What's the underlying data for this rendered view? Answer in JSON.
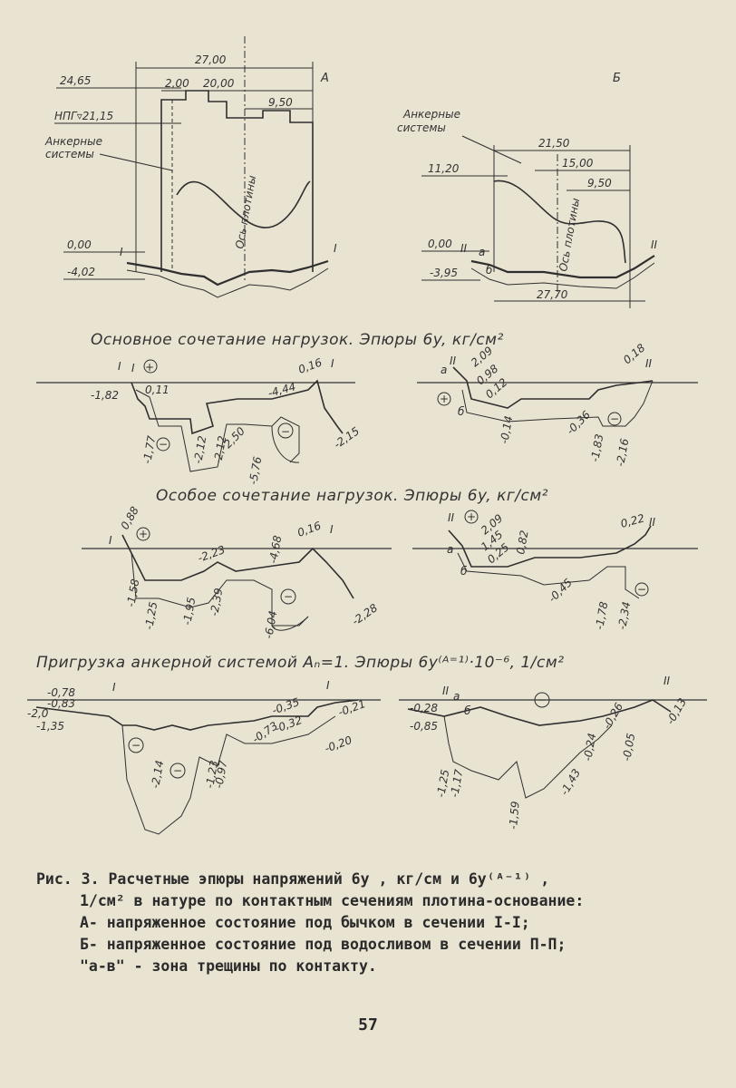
{
  "figure": {
    "top_left": {
      "dims": [
        "27,00",
        "2,00",
        "20,00",
        "9,50"
      ],
      "levels": [
        "24,65",
        "НПГ▿21,15",
        "0,00",
        "-4,02"
      ],
      "anchor_label_1": "Анкерные",
      "anchor_label_2": "системы",
      "axis_label": "Ось плотины",
      "section_marks": [
        "I",
        "I"
      ],
      "letter": "А"
    },
    "top_right": {
      "anchor_label_1": "Анкерные",
      "anchor_label_2": "системы",
      "dims": [
        "21,50",
        "15,00",
        "9,50",
        "27,70"
      ],
      "levels": [
        "11,20",
        "0,00",
        "-3,95"
      ],
      "axis_label": "Ось плотины",
      "section_marks": [
        "II",
        "II"
      ],
      "point_a": "a",
      "point_b": "б",
      "letter": "Б"
    },
    "heading_1": "Основное сочетание нагрузок.   Эпюры 6y, кг/см²",
    "heading_2": "Особое сочетание нагрузок.   Эпюры 6y, кг/см²",
    "heading_3": "Пригрузка  анкерной  системой  Aₙ=1.  Эпюры 6y⁽ᴬ⁼¹⁾·10⁻⁶, 1/см²",
    "row1_left": {
      "marks": [
        "I",
        "I",
        "I"
      ],
      "labels": [
        "-1,82",
        "0,11",
        "-1,77",
        "-2,12",
        "-2,12",
        "2,50",
        "-5,76",
        "-4,44",
        "0,16",
        "-2,15"
      ],
      "signs": [
        "+",
        "−",
        "−"
      ]
    },
    "row1_right": {
      "marks": [
        "a",
        "II",
        "б",
        "II"
      ],
      "labels": [
        "2,09",
        "0,98",
        "0,12",
        "-0,14",
        "-0,36",
        "-1,83",
        "-2,16",
        "0,18"
      ],
      "signs": [
        "+",
        "−"
      ]
    },
    "row2_left": {
      "marks": [
        "I",
        "I"
      ],
      "labels": [
        "0,88",
        "-1,58",
        "-1,25",
        "-1,95",
        "-2,23",
        "-2,39",
        "-6,04",
        "-4,68",
        "0,16",
        "-2,28"
      ],
      "signs": [
        "+",
        "−"
      ]
    },
    "row2_right": {
      "marks": [
        "II",
        "a",
        "б",
        "II"
      ],
      "labels": [
        "2,09",
        "1,45",
        "0,25",
        "0,82",
        "-0,45",
        "-1,78",
        "-2,34",
        "0,22"
      ],
      "signs": [
        "+",
        "−"
      ]
    },
    "row3_left": {
      "marks": [
        "I",
        "I"
      ],
      "labels": [
        "-0,78",
        "-0,83",
        "-2,0",
        "-1,35",
        "-2,14",
        "-0,97",
        "-1,23",
        "-0,73",
        "-0,35",
        "-0,32",
        "-0,20",
        "-0,21"
      ],
      "signs": [
        "−",
        "−"
      ]
    },
    "row3_right": {
      "marks": [
        "II",
        "a",
        "б",
        "II"
      ],
      "labels": [
        "-0,28",
        "-0,85",
        "-1,25",
        "-1,17",
        "-1,59",
        "-1,43",
        "-0,24",
        "-0,26",
        "-0,05",
        "-0,13"
      ],
      "signs": [
        "−"
      ]
    }
  },
  "caption": {
    "line1": "Рис. 3. Расчетные эпюры напряжений 6y , кг/см и 6y⁽ᴬ⁻¹⁾ ,",
    "line2": "1/см² в натуре по контактным сечениям плотина-основание:",
    "line3": "А- напряженное состояние под бычком в сечении I-I;",
    "line4": "Б- напряженное состояние под водосливом в сечении П-П;",
    "line5": "\"а-в\" - зона трещины по контакту."
  },
  "page_number": "57"
}
